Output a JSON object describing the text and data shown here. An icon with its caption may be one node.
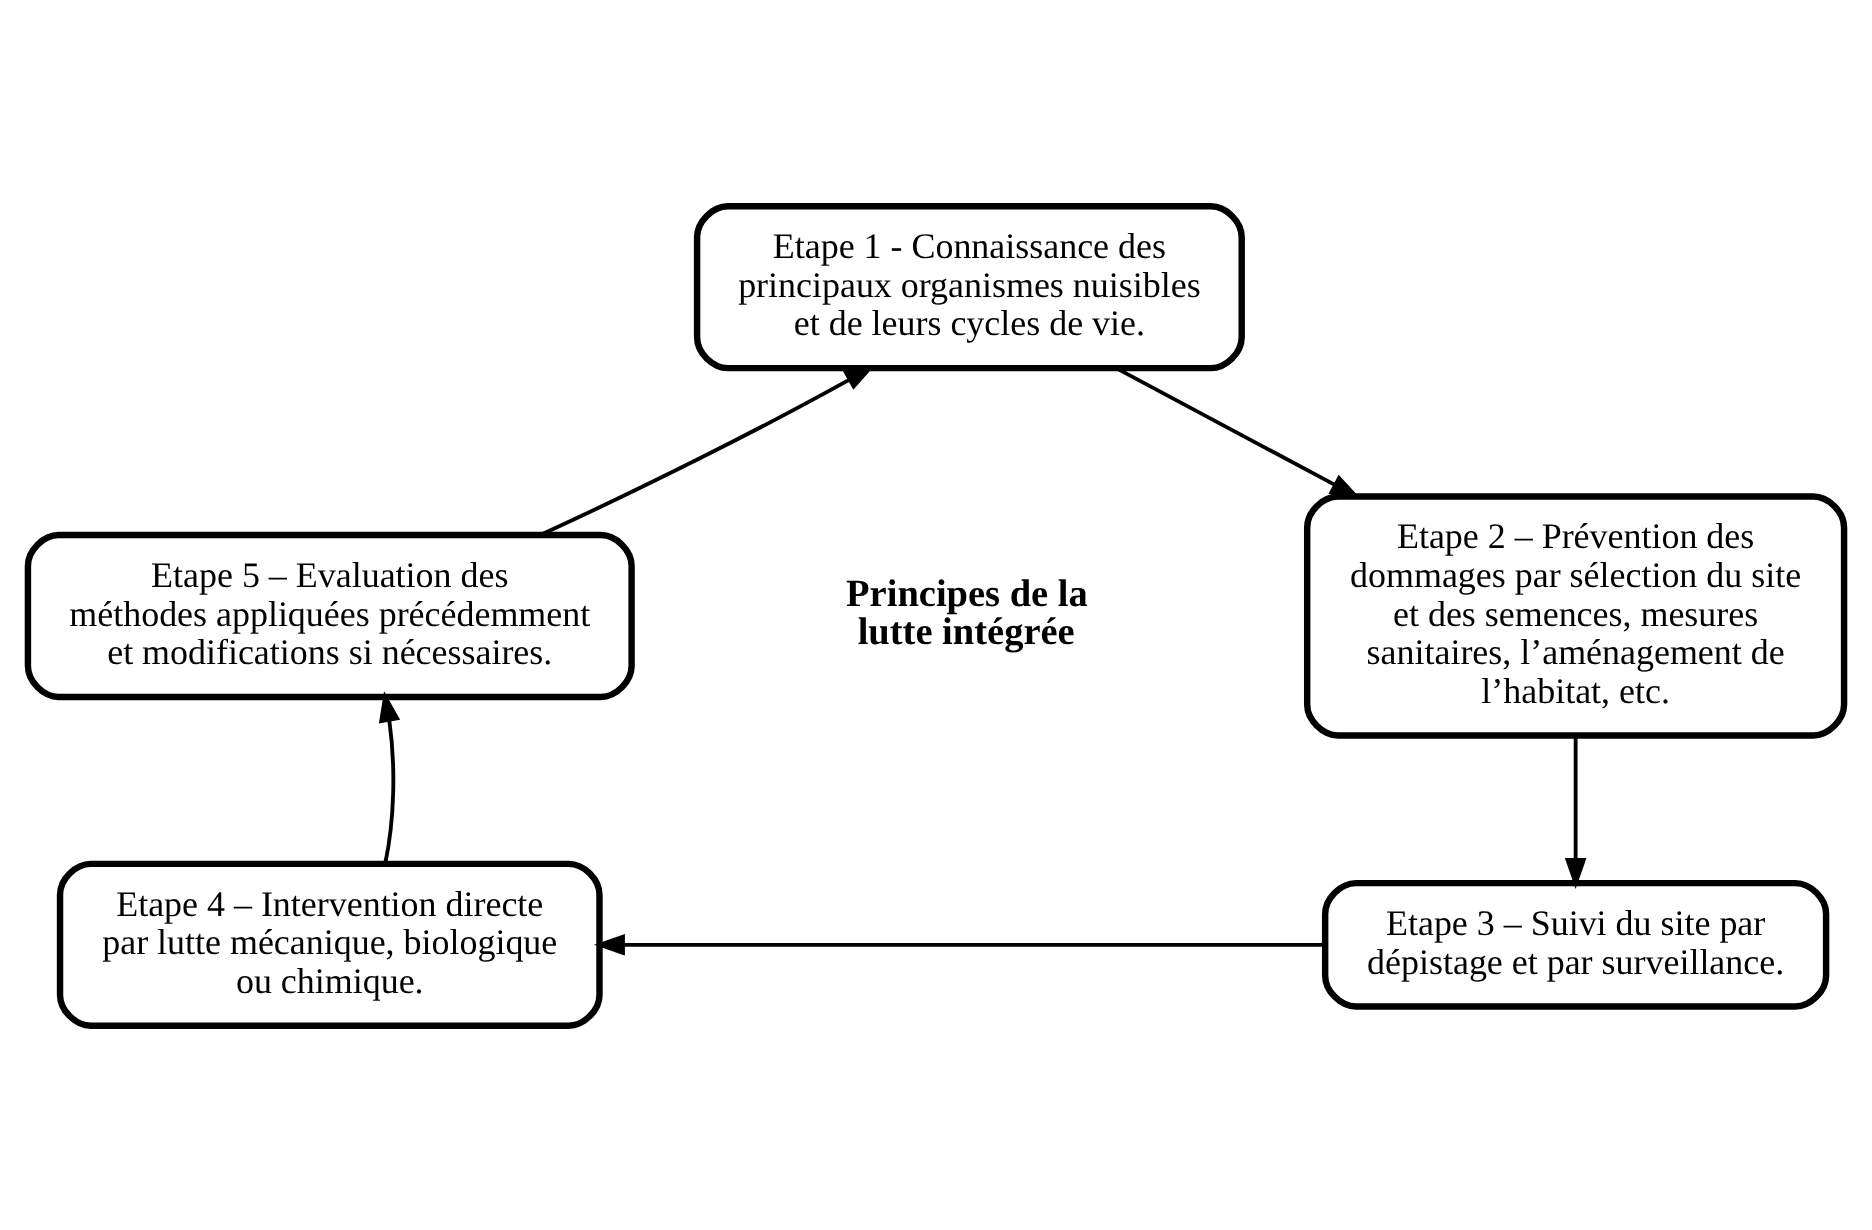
{
  "diagram": {
    "nodes": [
      {
        "text": [
          "Etape 1 - Connaissance des principaux organismes nuisibles et de leurs cycles de vie."
        ]
      },
      {
        "text": [
          "Etape 2 – Prévention des dommages par sélection du site et des semences, mesures sanitaires, l’aménagement de l’habitat, etc."
        ]
      },
      {
        "text": [
          "Etape 3 – Suivi du site par dépistage et par surveillance."
        ]
      },
      {
        "text": [
          "Etape 4 – Intervention directe par lutte mécanique, biologique ou chimique."
        ]
      },
      {
        "text": [
          "Etape 5 – Evaluation des méthodes appliquées précédemment et modifications si nécessaires."
        ]
      }
    ],
    "edges": [
      {
        "from": 0,
        "to": 1,
        "arrow": "to"
      },
      {
        "from": 1,
        "to": 2,
        "arrow": "to"
      },
      {
        "from": 2,
        "to": 3,
        "arrow": "to"
      },
      {
        "from": 3,
        "to": 4,
        "arrow": "to"
      },
      {
        "from": 4,
        "to": 0,
        "arrow": "to"
      }
    ],
    "labels": [
      "Principes de la lutte intégrée"
    ]
  }
}
